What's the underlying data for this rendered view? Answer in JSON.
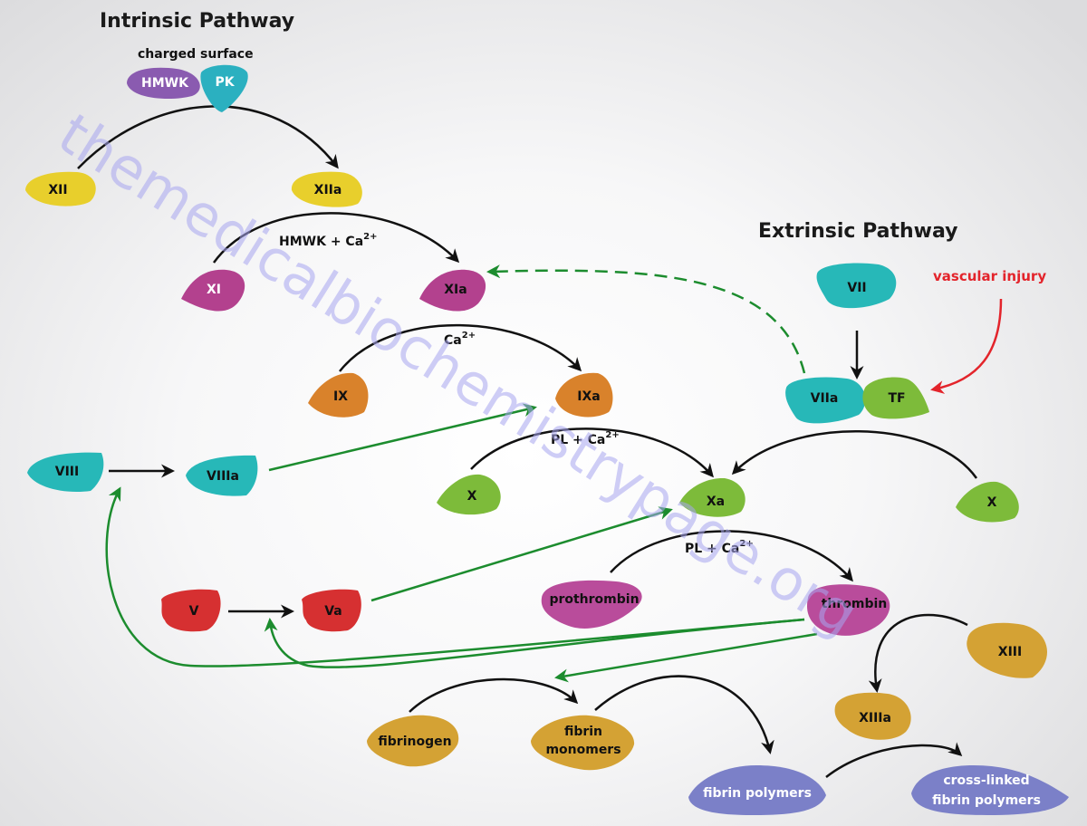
{
  "titles": {
    "intrinsic": "Intrinsic Pathway",
    "extrinsic": "Extrinsic Pathway",
    "charged_surface": "charged surface",
    "vascular_injury": "vascular injury"
  },
  "cofactors": {
    "hmwk_ca": "HMWK + Ca",
    "ca": "Ca",
    "pl_ca_1": "PL + Ca",
    "pl_ca_2": "PL + Ca",
    "superscript": "2+"
  },
  "colors": {
    "yellow": "#e8cf2c",
    "magenta": "#b3418e",
    "orange": "#d9822b",
    "teal": "#27b8b8",
    "lime": "#7dbb3a",
    "red": "#d63031",
    "purple": "#8a5bb0",
    "gold": "#d4a234",
    "lavender": "#7b80c8",
    "pink": "#b94c9b",
    "arrow_green": "#1c8c2e",
    "arrow_red": "#e3242b"
  },
  "nodes": {
    "hmwk": "HMWK",
    "pk": "PK",
    "xii": "XII",
    "xiia": "XIIa",
    "xi": "XI",
    "xia": "XIa",
    "ix": "IX",
    "ixa": "IXa",
    "vii": "VII",
    "viia": "VIIa",
    "tf": "TF",
    "viii": "VIII",
    "viiia": "VIIIa",
    "x_left": "X",
    "xa": "Xa",
    "x_right": "X",
    "v": "V",
    "va": "Va",
    "prothrombin": "prothrombin",
    "thrombin": "thrombin",
    "xiii": "XIII",
    "xiiia": "XIIIa",
    "fibrinogen": "fibrinogen",
    "fibrin_monomers_1": "fibrin",
    "fibrin_monomers_2": "monomers",
    "fibrin_polymers": "fibrin polymers",
    "crosslinked_1": "cross-linked",
    "crosslinked_2": "fibrin polymers"
  },
  "watermark": "themedicalbiochemistrypage.org"
}
